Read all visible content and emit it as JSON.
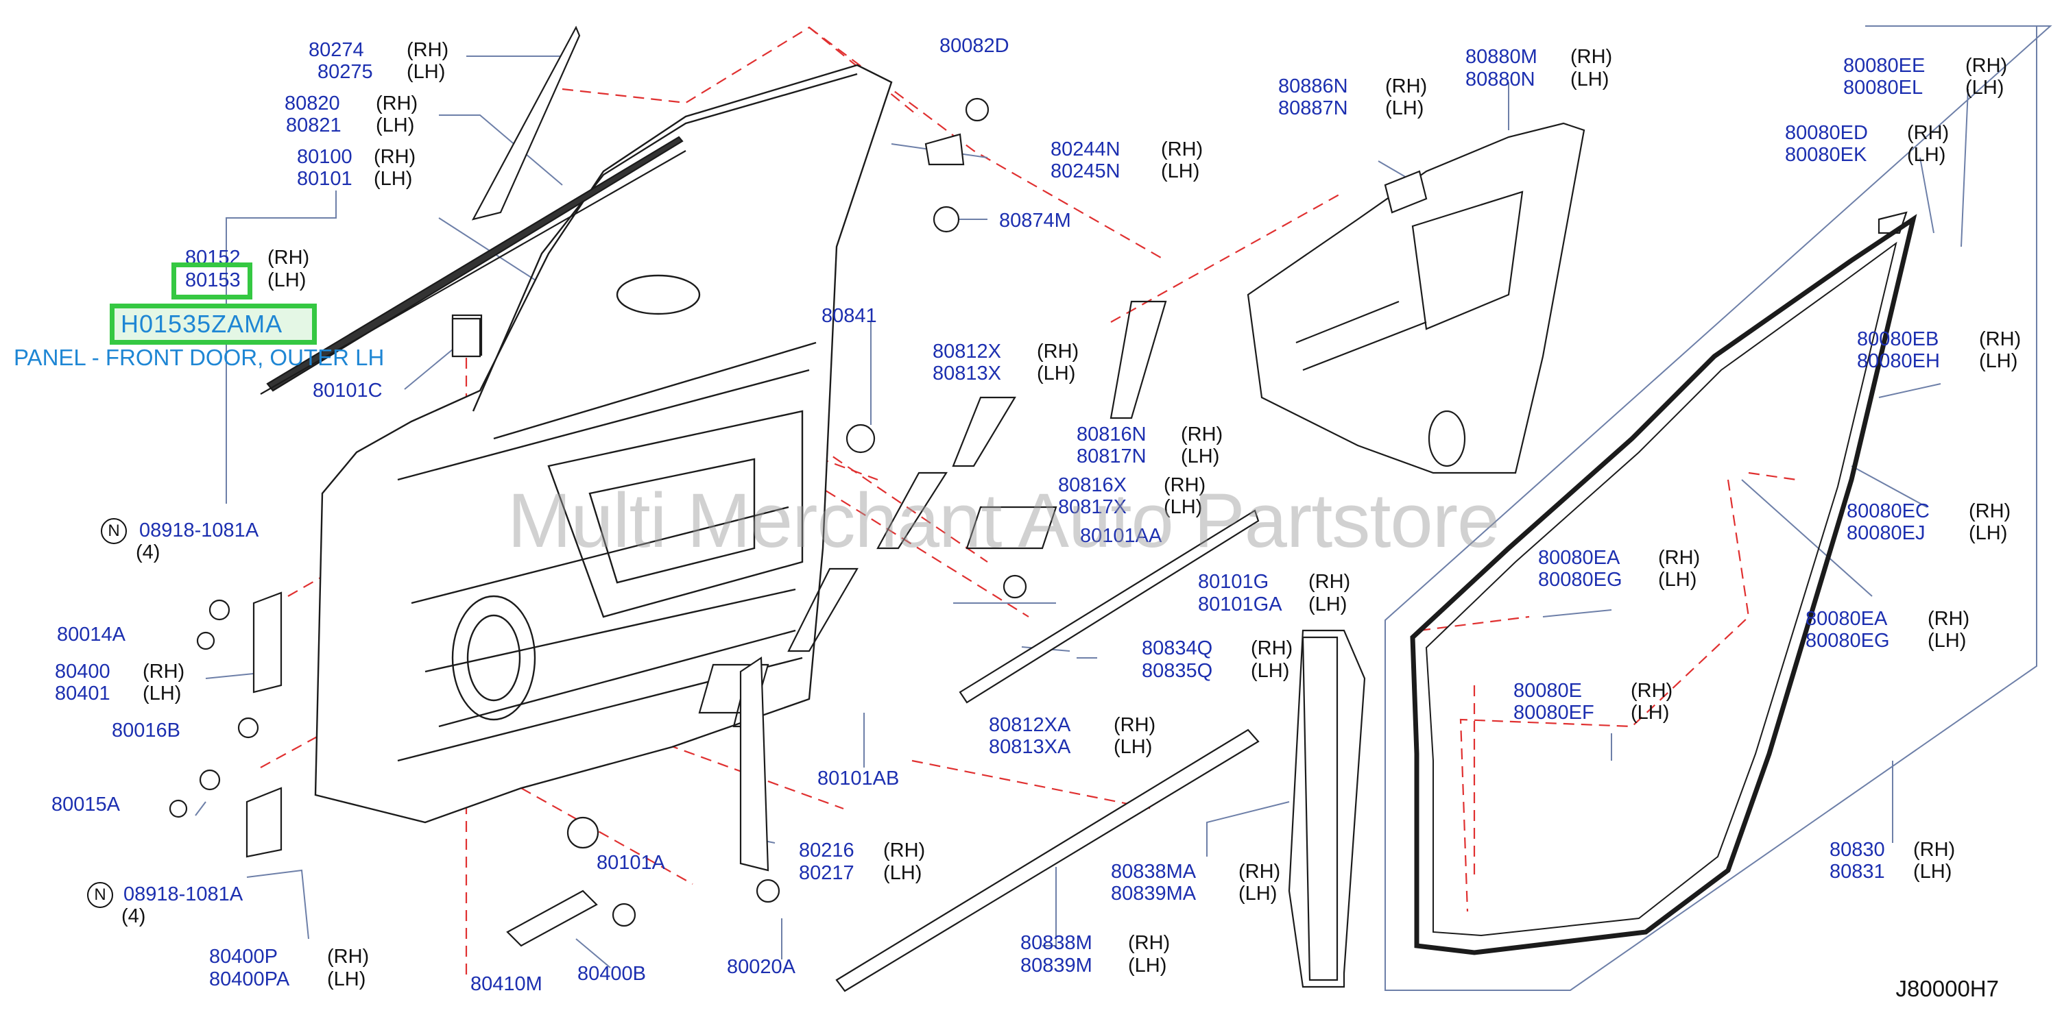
{
  "diagram_code": "J80000H7",
  "watermark": "Multi Merchant Auto Partstore",
  "highlight": {
    "part_number": "H01535ZAMA",
    "description": "PANEL - FRONT DOOR, OUTER LH",
    "highlight_color": "#35c842",
    "label_color": "#1e86d4"
  },
  "colors": {
    "part_number_text": "#1c2fb0",
    "side_text": "#111111",
    "line": "#6d7fa8",
    "dashed_line": "#e03030"
  },
  "callouts": [
    {
      "parts": [
        "80274",
        "80275"
      ],
      "sides": [
        "(RH)",
        "(LH)"
      ]
    },
    {
      "parts": [
        "80820",
        "80821"
      ],
      "sides": [
        "(RH)",
        "(LH)"
      ]
    },
    {
      "parts": [
        "80100",
        "80101"
      ],
      "sides": [
        "(RH)",
        "(LH)"
      ]
    },
    {
      "parts": [
        "80152",
        "80153"
      ],
      "sides": [
        "(RH)",
        "(LH)"
      ]
    },
    {
      "parts": [
        "80101C"
      ],
      "sides": []
    },
    {
      "parts": [
        "08918-1081A"
      ],
      "sides": [],
      "qty": "(4)",
      "symbol": "N"
    },
    {
      "parts": [
        "80014A"
      ],
      "sides": []
    },
    {
      "parts": [
        "80400",
        "80401"
      ],
      "sides": [
        "(RH)",
        "(LH)"
      ]
    },
    {
      "parts": [
        "80016B"
      ],
      "sides": []
    },
    {
      "parts": [
        "80015A"
      ],
      "sides": []
    },
    {
      "parts": [
        "08918-1081A"
      ],
      "sides": [],
      "qty": "(4)",
      "symbol": "N"
    },
    {
      "parts": [
        "80400P",
        "80400PA"
      ],
      "sides": [
        "(RH)",
        "(LH)"
      ]
    },
    {
      "parts": [
        "80410M"
      ],
      "sides": []
    },
    {
      "parts": [
        "80400B"
      ],
      "sides": []
    },
    {
      "parts": [
        "80101A"
      ],
      "sides": []
    },
    {
      "parts": [
        "80020A"
      ],
      "sides": []
    },
    {
      "parts": [
        "80216",
        "80217"
      ],
      "sides": [
        "(RH)",
        "(LH)"
      ]
    },
    {
      "parts": [
        "80082D"
      ],
      "sides": []
    },
    {
      "parts": [
        "80244N",
        "80245N"
      ],
      "sides": [
        "(RH)",
        "(LH)"
      ]
    },
    {
      "parts": [
        "80874M"
      ],
      "sides": []
    },
    {
      "parts": [
        "80841"
      ],
      "sides": []
    },
    {
      "parts": [
        "80812X",
        "80813X"
      ],
      "sides": [
        "(RH)",
        "(LH)"
      ]
    },
    {
      "parts": [
        "80816N",
        "80817N"
      ],
      "sides": [
        "(RH)",
        "(LH)"
      ]
    },
    {
      "parts": [
        "80816X",
        "80817X"
      ],
      "sides": [
        "(RH)",
        "(LH)"
      ]
    },
    {
      "parts": [
        "80101AA"
      ],
      "sides": []
    },
    {
      "parts": [
        "80101G",
        "80101GA"
      ],
      "sides": [
        "(RH)",
        "(LH)"
      ]
    },
    {
      "parts": [
        "80834Q",
        "80835Q"
      ],
      "sides": [
        "(RH)",
        "(LH)"
      ]
    },
    {
      "parts": [
        "80812XA",
        "80813XA"
      ],
      "sides": [
        "(RH)",
        "(LH)"
      ]
    },
    {
      "parts": [
        "80101AB"
      ],
      "sides": []
    },
    {
      "parts": [
        "80838MA",
        "80839MA"
      ],
      "sides": [
        "(RH)",
        "(LH)"
      ]
    },
    {
      "parts": [
        "80838M",
        "80839M"
      ],
      "sides": [
        "(RH)",
        "(LH)"
      ]
    },
    {
      "parts": [
        "80886N",
        "80887N"
      ],
      "sides": [
        "(RH)",
        "(LH)"
      ]
    },
    {
      "parts": [
        "80880M",
        "80880N"
      ],
      "sides": [
        "(RH)",
        "(LH)"
      ]
    },
    {
      "parts": [
        "80080EE",
        "80080EL"
      ],
      "sides": [
        "(RH)",
        "(LH)"
      ]
    },
    {
      "parts": [
        "80080ED",
        "80080EK"
      ],
      "sides": [
        "(RH)",
        "(LH)"
      ]
    },
    {
      "parts": [
        "80080EB",
        "80080EH"
      ],
      "sides": [
        "(RH)",
        "(LH)"
      ]
    },
    {
      "parts": [
        "80080EC",
        "80080EJ"
      ],
      "sides": [
        "(RH)",
        "(LH)"
      ]
    },
    {
      "parts": [
        "80080EA",
        "80080EG"
      ],
      "sides": [
        "(RH)",
        "(LH)"
      ]
    },
    {
      "parts": [
        "80080EA",
        "80080EG"
      ],
      "sides": [
        "(RH)",
        "(LH)"
      ]
    },
    {
      "parts": [
        "80080E",
        "80080EF"
      ],
      "sides": [
        "(RH)",
        "(LH)"
      ]
    },
    {
      "parts": [
        "80830",
        "80831"
      ],
      "sides": [
        "(RH)",
        "(LH)"
      ]
    }
  ]
}
